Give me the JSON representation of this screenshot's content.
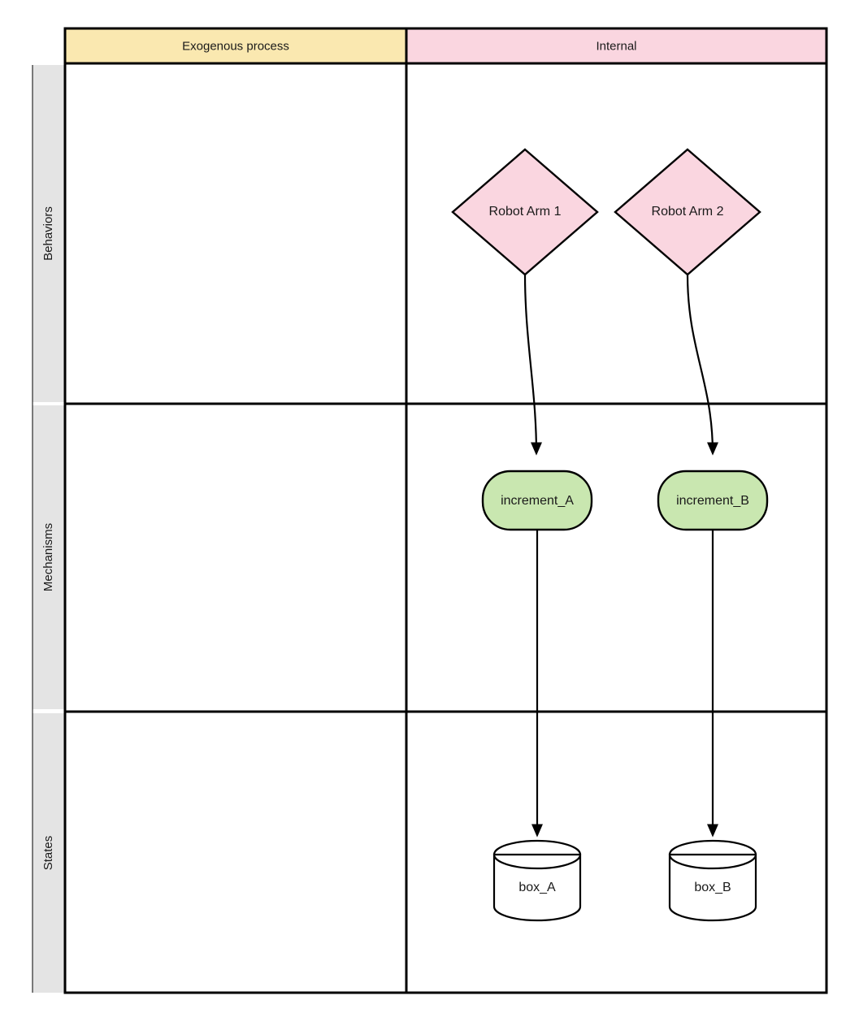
{
  "diagram": {
    "title": "",
    "type": "swimlane-matrix",
    "colors": {
      "exogenous_header_fill": "#fae8b0",
      "internal_header_fill": "#fad6e0",
      "row_header_fill": "#e4e4e4",
      "behavior_node_fill": "#fad6e0",
      "mechanism_node_fill": "#c9e7b0",
      "state_node_fill": "#ffffff",
      "stroke": "#000000",
      "text": "#1a1a1a"
    },
    "columns": [
      {
        "id": "exogenous",
        "label": "Exogenous process"
      },
      {
        "id": "internal",
        "label": "Internal"
      }
    ],
    "rows": [
      {
        "id": "behaviors",
        "label": "Behaviors"
      },
      {
        "id": "mechanisms",
        "label": "Mechanisms"
      },
      {
        "id": "states",
        "label": "States"
      }
    ],
    "nodes": [
      {
        "id": "robot_arm_1",
        "label": "Robot Arm 1",
        "shape": "diamond",
        "row": "behaviors",
        "column": "internal"
      },
      {
        "id": "robot_arm_2",
        "label": "Robot Arm 2",
        "shape": "diamond",
        "row": "behaviors",
        "column": "internal"
      },
      {
        "id": "increment_a",
        "label": "increment_A",
        "shape": "rounded-rectangle",
        "row": "mechanisms",
        "column": "internal"
      },
      {
        "id": "increment_b",
        "label": "increment_B",
        "shape": "rounded-rectangle",
        "row": "mechanisms",
        "column": "internal"
      },
      {
        "id": "box_a",
        "label": "box_A",
        "shape": "cylinder",
        "row": "states",
        "column": "internal"
      },
      {
        "id": "box_b",
        "label": "box_B",
        "shape": "cylinder",
        "row": "states",
        "column": "internal"
      }
    ],
    "edges": [
      {
        "id": "e1",
        "from": "robot_arm_1",
        "to": "increment_a",
        "style": "curved",
        "arrow": "end",
        "label": ""
      },
      {
        "id": "e2",
        "from": "robot_arm_2",
        "to": "increment_b",
        "style": "curved",
        "arrow": "end",
        "label": ""
      },
      {
        "id": "e3",
        "from": "increment_a",
        "to": "box_a",
        "style": "straight",
        "arrow": "end",
        "label": ""
      },
      {
        "id": "e4",
        "from": "increment_b",
        "to": "box_b",
        "style": "straight",
        "arrow": "end",
        "label": ""
      }
    ]
  }
}
